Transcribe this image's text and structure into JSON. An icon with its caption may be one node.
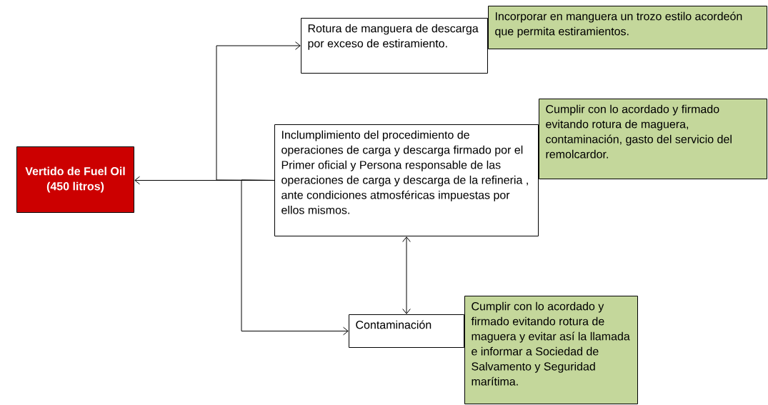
{
  "diagram": {
    "nodes": [
      {
        "text": [
          "Vertido de Fuel Oil (450 litros)"
        ]
      },
      {
        "text": [
          "Rotura de manguera de descarga por exceso de estiramiento."
        ]
      },
      {
        "text": [
          "Incorporar en manguera un trozo estilo acordeón que permita estiramientos."
        ]
      },
      {
        "text": [
          "Inclumplimiento del procedimiento de operaciones de carga y descarga firmado por el Primer oficial y Persona responsable de las operaciones de carga y descarga de la refineria , ante condiciones atmosféricas impuestas por ellos mismos."
        ]
      },
      {
        "text": [
          "Cumplir con lo acordado y firmado evitando rotura de maguera, contaminación, gasto del servicio del remolcardor."
        ]
      },
      {
        "text": [
          "Contaminación"
        ]
      },
      {
        "text": [
          "Cumplir con lo acordado y firmado evitando rotura de maguera y evitar así la llamada e informar a Sociedad de Salvamento y Seguridad marítima."
        ]
      }
    ],
    "edges": [
      {
        "from": 3,
        "to": 0,
        "arrow": "to"
      },
      {
        "from": 3,
        "to": 1,
        "arrow": "to"
      },
      {
        "from": 3,
        "to": 5,
        "arrow": "to"
      },
      {
        "from": 3,
        "to": 5,
        "arrow": "both"
      }
    ]
  }
}
